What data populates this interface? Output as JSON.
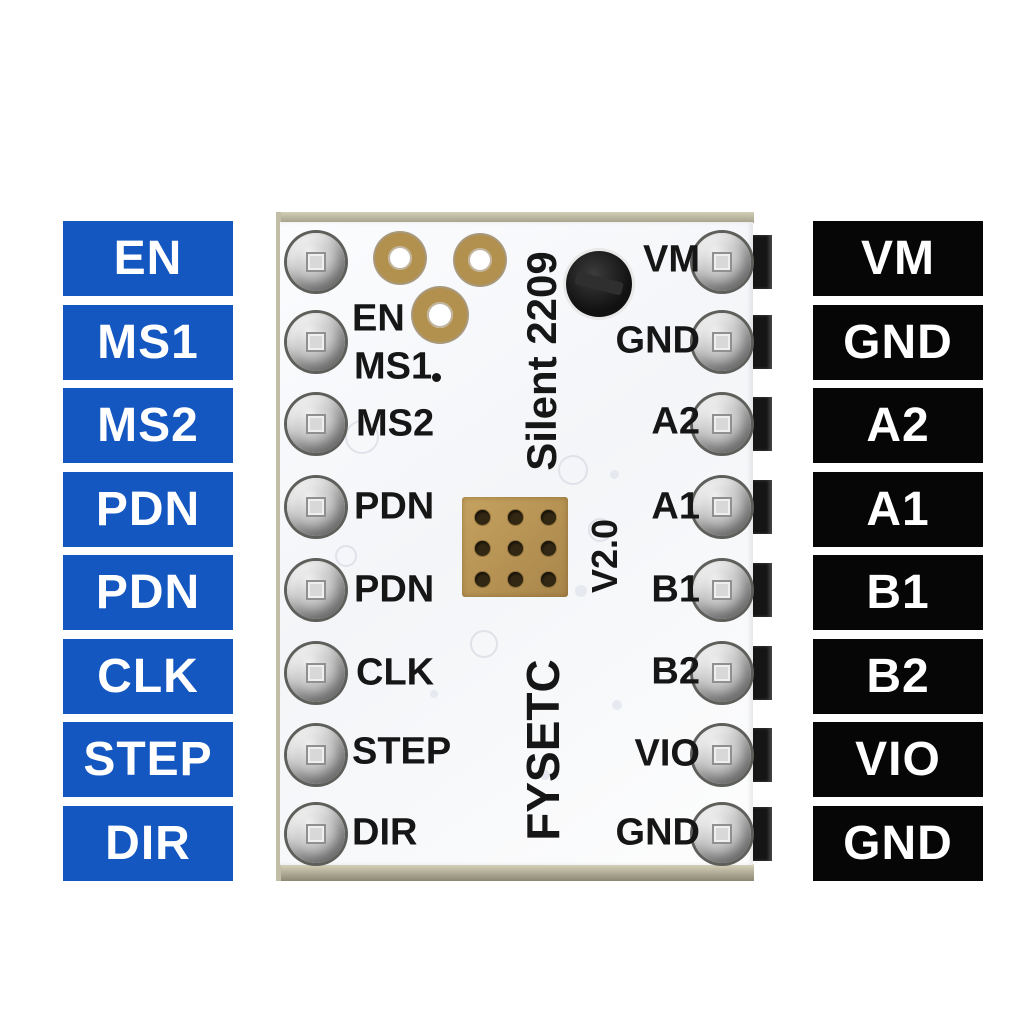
{
  "colors": {
    "left_label_bg": "#1457c1",
    "right_label_bg": "#060606",
    "label_text": "#ffffff",
    "pcb_white": "#f7f8fa",
    "silkscreen_black": "#161616",
    "gold": "#b2904e",
    "board_edge_tan": "#b7b39a"
  },
  "left_labels": {
    "items": [
      "EN",
      "MS1",
      "MS2",
      "PDN",
      "PDN",
      "CLK",
      "STEP",
      "DIR"
    ]
  },
  "right_labels": {
    "items": [
      "VM",
      "GND",
      "A2",
      "A1",
      "B1",
      "B2",
      "VIO",
      "GND"
    ]
  },
  "board": {
    "silk_left": [
      "EN",
      "MS1",
      "MS2",
      "PDN",
      "PDN",
      "CLK",
      "STEP",
      "DIR"
    ],
    "silk_right": [
      "VM",
      "GND",
      "A2",
      "A1",
      "B1",
      "B2",
      "VIO",
      "GND"
    ],
    "vertical_model": "Silent 2209",
    "vertical_version": "V2.0",
    "vertical_brand": "FYSETC"
  }
}
